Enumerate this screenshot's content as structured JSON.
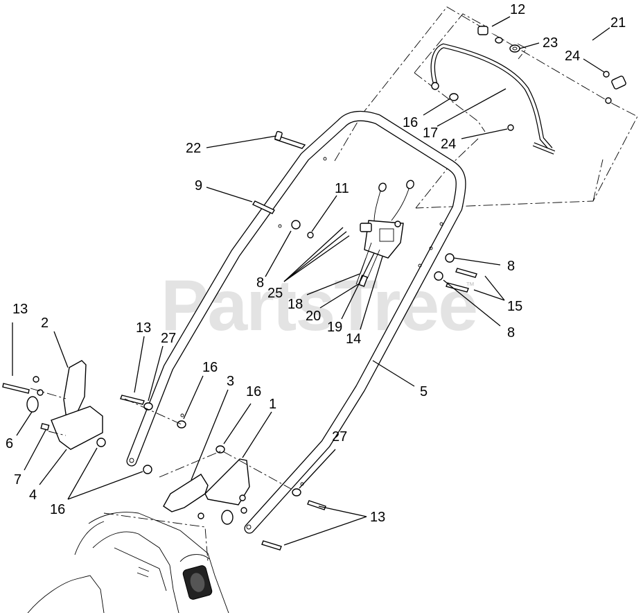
{
  "watermark": {
    "text": "PartsTree",
    "trademark": "™"
  },
  "callouts": [
    {
      "id": "c12a",
      "text": "12"
    },
    {
      "id": "c21",
      "text": "21"
    },
    {
      "id": "c23",
      "text": "23"
    },
    {
      "id": "c24a",
      "text": "24"
    },
    {
      "id": "c16a",
      "text": "16"
    },
    {
      "id": "c17",
      "text": "17"
    },
    {
      "id": "c24b",
      "text": "24"
    },
    {
      "id": "c22",
      "text": "22"
    },
    {
      "id": "c9",
      "text": "9"
    },
    {
      "id": "c11",
      "text": "11"
    },
    {
      "id": "c8a",
      "text": "8"
    },
    {
      "id": "c25",
      "text": "25"
    },
    {
      "id": "c18",
      "text": "18"
    },
    {
      "id": "c20",
      "text": "20"
    },
    {
      "id": "c19",
      "text": "19"
    },
    {
      "id": "c14",
      "text": "14"
    },
    {
      "id": "c8b",
      "text": "8"
    },
    {
      "id": "c15",
      "text": "15"
    },
    {
      "id": "c8c",
      "text": "8"
    },
    {
      "id": "c5",
      "text": "5"
    },
    {
      "id": "c13a",
      "text": "13"
    },
    {
      "id": "c2",
      "text": "2"
    },
    {
      "id": "c13b",
      "text": "13"
    },
    {
      "id": "c27a",
      "text": "27"
    },
    {
      "id": "c16b",
      "text": "16"
    },
    {
      "id": "c3",
      "text": "3"
    },
    {
      "id": "c16c",
      "text": "16"
    },
    {
      "id": "c1",
      "text": "1"
    },
    {
      "id": "c6",
      "text": "6"
    },
    {
      "id": "c7",
      "text": "7"
    },
    {
      "id": "c4",
      "text": "4"
    },
    {
      "id": "c16d",
      "text": "16"
    },
    {
      "id": "c27b",
      "text": "27"
    },
    {
      "id": "c13c",
      "text": "13"
    }
  ]
}
